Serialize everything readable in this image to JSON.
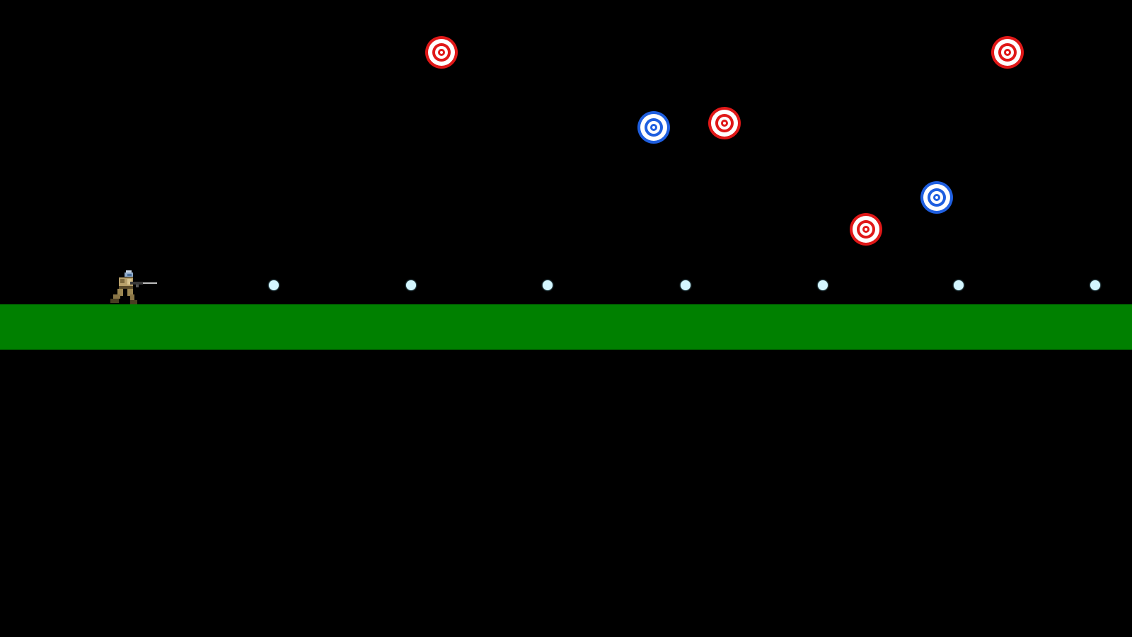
{
  "colors": {
    "background": "#000000",
    "ground": "#008000",
    "bullet": "#d4f6ff",
    "target_red": "#e01818",
    "target_blue": "#1f5fe0",
    "target_white": "#ffffff"
  },
  "player": {
    "icon": "soldier-with-rifle-icon"
  },
  "targets": [
    {
      "color": "red"
    },
    {
      "color": "red"
    },
    {
      "color": "blue"
    },
    {
      "color": "red"
    },
    {
      "color": "blue"
    },
    {
      "color": "red"
    }
  ],
  "bullet_count": 7
}
